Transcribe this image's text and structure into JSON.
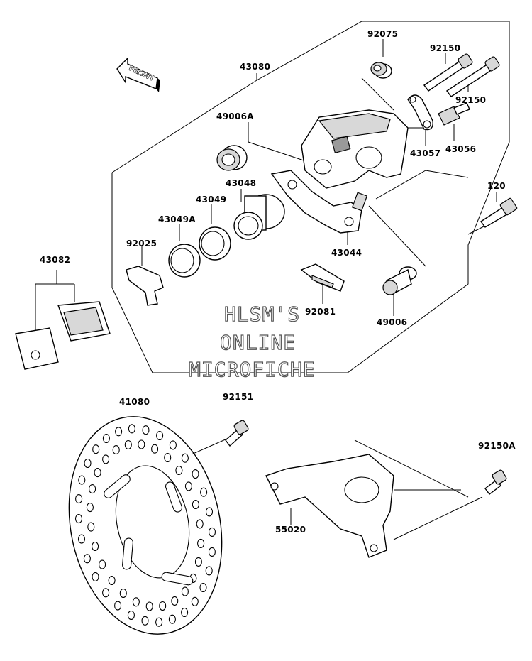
{
  "labels": {
    "p92075": "92075",
    "p92150_top": "92150",
    "p43080": "43080",
    "p92150_mid": "92150",
    "p49006A": "49006A",
    "p43057": "43057",
    "p43056": "43056",
    "p120": "120",
    "p43048": "43048",
    "p43049": "43049",
    "p43049A": "43049A",
    "p92025": "92025",
    "p43044": "43044",
    "p43082": "43082",
    "p92081": "92081",
    "p49006": "49006",
    "p41080": "41080",
    "p92151": "92151",
    "p92150A": "92150A",
    "p55020": "55020"
  },
  "watermark": {
    "line1": "HLSM'S",
    "line2": "ONLINE",
    "line3": "MICROFICHE"
  },
  "front_arrow": {
    "text": "FRONT",
    "icon": "front-arrow-icon"
  }
}
